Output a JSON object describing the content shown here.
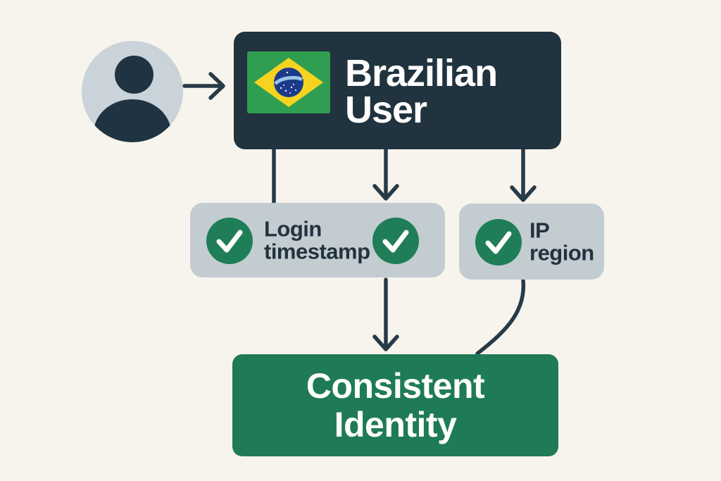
{
  "diagram": {
    "nodes": {
      "brazilian_user": {
        "label": "Brazilian User"
      },
      "login_timestamp": {
        "label": "Login timestamp",
        "check_count": 2
      },
      "ip_region": {
        "label": "IP region",
        "check_count": 1
      },
      "consistent_identity": {
        "label": "Consistent Identity"
      }
    },
    "icons": {
      "avatar": "person-icon",
      "flag": "brazil-flag-icon",
      "check": "check-icon",
      "arrows": "arrow-down-icon"
    },
    "colors": {
      "background": "#f7f4ed",
      "navy_box": "#20333f",
      "connector": "#273a47",
      "gray_box": "#c3ccd1",
      "avatar_gray": "#c9d3d9",
      "green_box": "#1f7b55",
      "check_green": "#1f7e57",
      "flag_green": "#2f9e51",
      "flag_yellow": "#f6d31f",
      "flag_blue": "#1c3a8c",
      "text_light": "#ffffff",
      "text_dark": "#22333f"
    }
  }
}
